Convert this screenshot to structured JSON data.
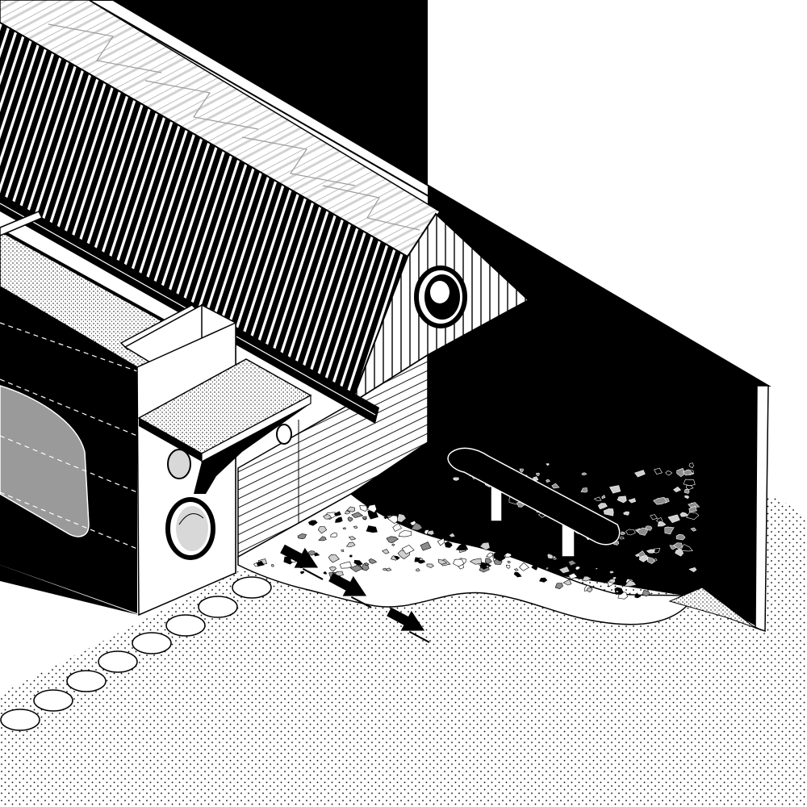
{
  "drawing": {
    "style": "axonometric",
    "palette": {
      "ink": "#000000",
      "paper": "#ffffff",
      "glass": "#9a9a9a",
      "stone_grey": "#8c8c8c",
      "light_grey": "#cfcfcf"
    },
    "arrow_count": 3,
    "stepping_stone_count": 8,
    "porthole_count": 3
  }
}
